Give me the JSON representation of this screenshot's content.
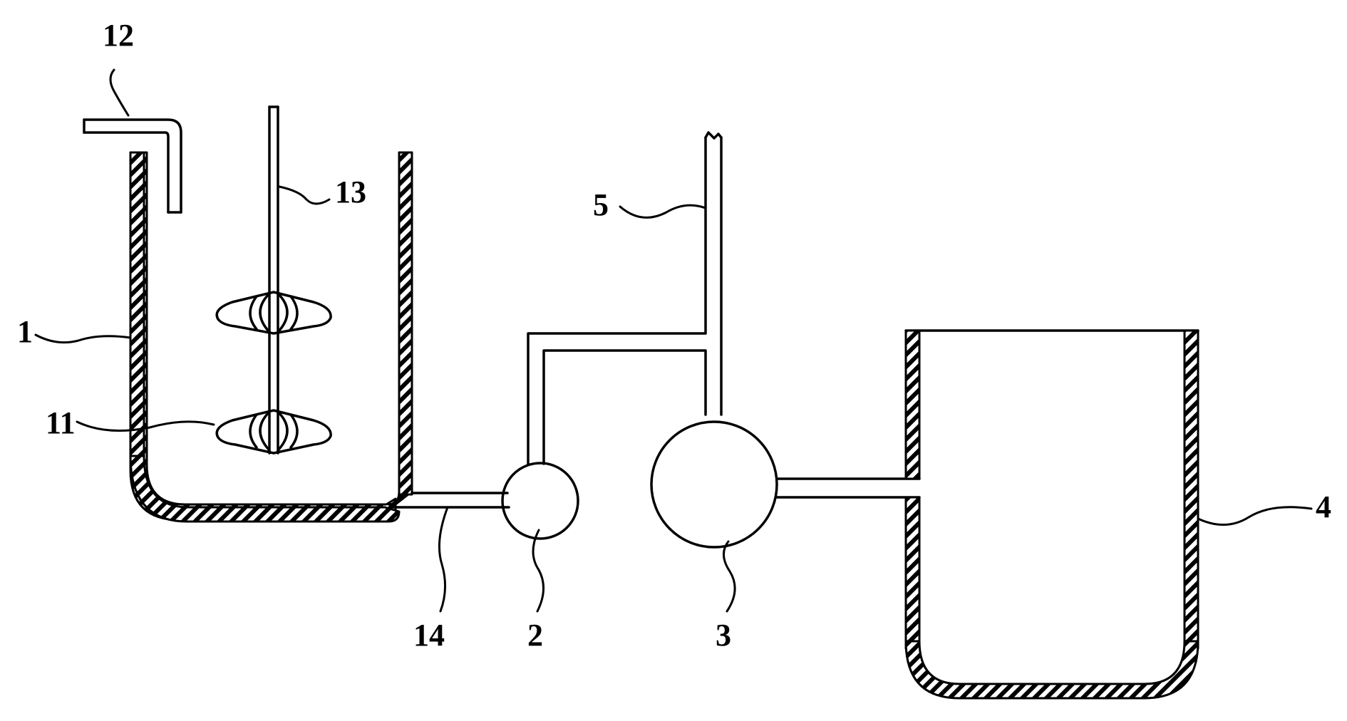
{
  "diagram": {
    "labels": {
      "tank_1": "1",
      "pump_2": "2",
      "unit_3": "3",
      "tank_4": "4",
      "pipe_5": "5",
      "impeller_11": "11",
      "inlet_12": "12",
      "shaft_13": "13",
      "outlet_14": "14"
    }
  }
}
